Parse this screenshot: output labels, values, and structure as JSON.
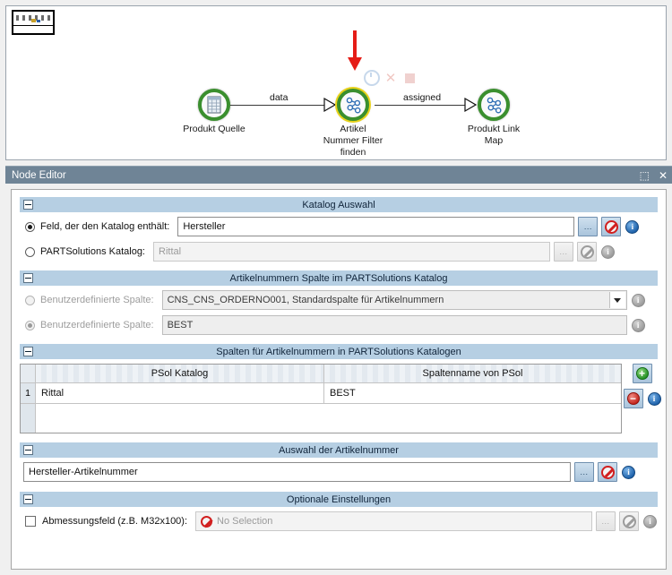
{
  "graph": {
    "minimap_name": "overview-minimap",
    "toolbar": [
      {
        "name": "run-icon",
        "label": "run"
      },
      {
        "name": "close-icon",
        "label": "close"
      },
      {
        "name": "stop-icon",
        "label": "stop"
      }
    ],
    "nodes": [
      {
        "id": "source",
        "label_lines": [
          "Produkt Quelle"
        ],
        "icon": "table-grid-icon",
        "selected": false
      },
      {
        "id": "filter",
        "label_lines": [
          "Artikel",
          "Nummer Filter",
          "finden"
        ],
        "icon": "node-graph-icon",
        "selected": true
      },
      {
        "id": "map",
        "label_lines": [
          "Produkt Link",
          "Map"
        ],
        "icon": "node-graph-icon",
        "selected": false
      }
    ],
    "edges": [
      {
        "label": "data"
      },
      {
        "label": "assigned"
      }
    ],
    "annotation": {
      "name": "red-down-arrow",
      "color": "#e51d17"
    }
  },
  "node_editor": {
    "title": "Node Editor",
    "float_icon": "restore-window-icon",
    "close_icon": "close-icon",
    "sections": [
      {
        "id": "katalog_auswahl",
        "title": "Katalog Auswahl",
        "rows": [
          {
            "label": "Feld, der den Katalog enthält:",
            "radio_selected": true,
            "enabled": true,
            "value": "Hersteller",
            "browse_label": "...",
            "clear_icon": "no-entry-icon",
            "info_icon": "info-icon"
          },
          {
            "label": "PARTSolutions Katalog:",
            "radio_selected": false,
            "enabled": false,
            "value": "Rittal",
            "browse_label": "...",
            "clear_icon": "no-entry-icon",
            "info_icon": "info-icon"
          }
        ]
      },
      {
        "id": "artikelnummern_spalte",
        "title": "Artikelnummern Spalte im PARTSolutions Katalog",
        "rows": [
          {
            "label": "Benutzerdefinierte Spalte:",
            "radio_selected": false,
            "enabled": false,
            "value": "CNS_CNS_ORDERNO001, Standardspalte für Artikelnummern",
            "control": "combo",
            "info_icon": "info-icon"
          },
          {
            "label": "Benutzerdefinierte Spalte:",
            "radio_selected": true,
            "enabled": false,
            "value": "BEST",
            "control": "text",
            "info_icon": "info-icon"
          }
        ]
      },
      {
        "id": "spalten_tabelle",
        "title": "Spalten für Artikelnummern in PARTSolutions Katalogen",
        "table": {
          "columns": [
            "PSol Katalog",
            "Spaltenname von PSol"
          ],
          "rows": [
            {
              "index": "1",
              "cells": [
                "Rittal",
                "BEST"
              ]
            }
          ],
          "add_icon": "plus-circle-icon",
          "remove_icon": "minus-circle-icon",
          "info_icon": "info-icon"
        }
      },
      {
        "id": "auswahl_artikelnummer",
        "title": "Auswahl der Artikelnummer",
        "rows": [
          {
            "label": "",
            "value": "Hersteller-Artikelnummer",
            "browse_label": "...",
            "clear_icon": "no-entry-icon",
            "info_icon": "info-icon",
            "enabled": true
          }
        ]
      },
      {
        "id": "optionale_einstellungen",
        "title": "Optionale Einstellungen",
        "rows": [
          {
            "label": "Abmessungsfeld (z.B. M32x100):",
            "checkbox_checked": false,
            "enabled": false,
            "value": "No Selection",
            "value_icon": "no-entry-icon",
            "browse_label": "...",
            "clear_icon": "no-entry-icon",
            "info_icon": "info-icon"
          }
        ]
      }
    ]
  },
  "colors": {
    "titlebar": "#6f8496",
    "section_header": "#b6cfe3",
    "node_ring": "#3a8f2e",
    "selected_halo": "#e8d21a",
    "arrow": "#e51d17"
  }
}
